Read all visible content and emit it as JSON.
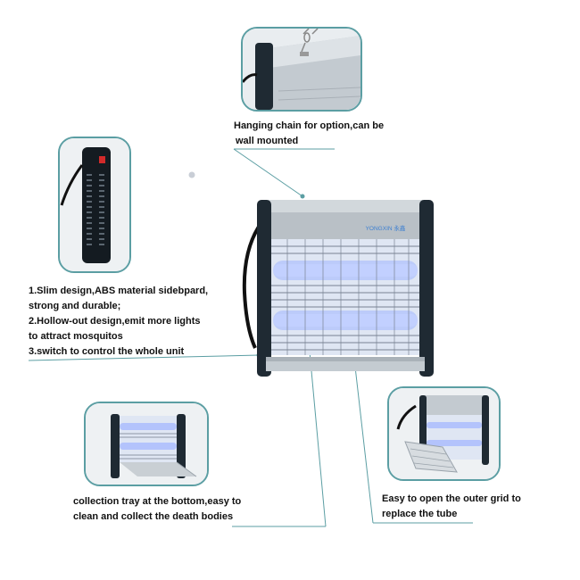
{
  "captions": {
    "chain": [
      "Hanging chain for option,can be",
      "wall mounted"
    ],
    "features": [
      "1.Slim design,ABS material sidebpard,",
      "strong and durable;",
      "2.Hollow-out design,emit more lights",
      "to attract mosquitos",
      "3.switch to control the whole unit"
    ],
    "tray": [
      "collection tray at the bottom,easy to",
      "clean and collect the death bodies"
    ],
    "grid": [
      "Easy to open the outer grid to",
      "replace the tube"
    ]
  },
  "product": {
    "brand_text": "YONGXIN 永鑫"
  },
  "colors": {
    "frame_accent": "#5b9ea3",
    "lamp_glow": "#7f9cff",
    "housing": "#b9c0c6",
    "side_panel": "#1f2a33"
  }
}
